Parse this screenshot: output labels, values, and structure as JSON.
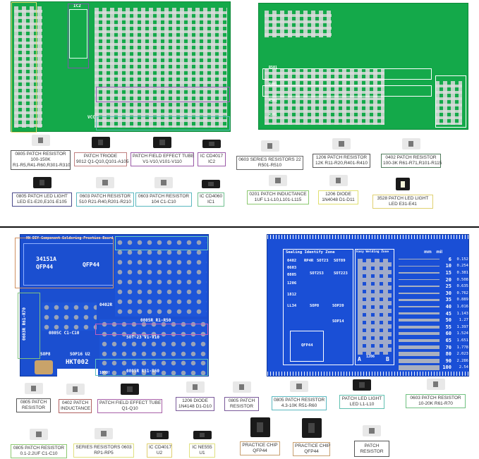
{
  "top_section": {
    "left_board": {
      "labels": [
        "IC2",
        "VCC"
      ]
    },
    "right_board": {
      "labels": [
        "R501",
        "R401",
        "R301",
        "R201"
      ]
    },
    "row1": [
      {
        "lines": [
          "0805 PATCH RESISTOR",
          "100-150K",
          "R1-R5,R41-R60,R301-R310"
        ],
        "color": "#555555",
        "chip": "light"
      },
      {
        "lines": [
          "PATCH TRIODE",
          "9012 Q1-Q10,Q101-A105"
        ],
        "color": "#c08080",
        "chip": "dark"
      },
      {
        "lines": [
          "PATCH FIELD EFFECT TUBE",
          "V1-V10,V101-V110"
        ],
        "color": "#9a5aa8",
        "chip": "dark"
      },
      {
        "lines": [
          "IC CD4017",
          "IC2"
        ],
        "color": "#9a5aa8",
        "chip": "ic"
      },
      {
        "lines": [
          "0603 SERIES RESISTORS 22",
          "R501-R510"
        ],
        "color": "#666666",
        "chip": "light"
      },
      {
        "lines": [
          "1206 PATCH RESISTOR",
          "12K R11-R20,R401-R410"
        ],
        "color": "#555555",
        "chip": "light"
      },
      {
        "lines": [
          "0402 PATCH RESISTOR",
          "100-3K R61-R71,R101-R115"
        ],
        "color": "#4f7a5a",
        "chip": "light"
      }
    ],
    "row2": [
      {
        "lines": [
          "0805 PATCH LED LIGHT",
          "LED E1-E20,E101-E105"
        ],
        "color": "#4a4a8a",
        "chip": "dark"
      },
      {
        "lines": [
          "0603 PATCH RESISTOR",
          "510 R21-R40,R201-R210"
        ],
        "color": "#5bb8c0",
        "chip": "light"
      },
      {
        "lines": [
          "0603 PATCH RESISTOR",
          "104 C1-C10"
        ],
        "color": "#5bb8c0",
        "chip": "light"
      },
      {
        "lines": [
          "IC CD4060",
          "IC1"
        ],
        "color": "#70c090",
        "chip": "ic"
      },
      {
        "lines": [
          "0201 PATCH INDUCTANCE",
          "1UF L1-L10,L101-L115"
        ],
        "color": "#8cc870",
        "chip": "light"
      },
      {
        "lines": [
          "1206 DIODE",
          "1N4048 D1-D11"
        ],
        "color": "#e0e070",
        "chip": "light"
      },
      {
        "lines": [
          "3528 PATCH LED LIGHT",
          "LED E31-E41"
        ],
        "color": "#e0d070",
        "chip": "led"
      }
    ]
  },
  "bottom_section": {
    "left_board": {
      "title": "HW DIY Component Soldering Practice Board",
      "chip1": [
        "34151A",
        "QFP44"
      ],
      "chip2": "QFP44",
      "model": "HKT002",
      "labels": [
        "0805R R1-R50",
        "SOT-23 V1-V10",
        "0805R R51-R60",
        "0603R R61-R70",
        "0805C C1-C10",
        "SOP8",
        "SOP16 U2",
        "0402R",
        "1000!"
      ]
    },
    "right_board": {
      "zone1": "Sealing Identify Zone",
      "zone2": "Easy Welding Zone",
      "packages": [
        "0402",
        "0603",
        "0805",
        "1206",
        "1812",
        "LL34",
        "RP4R",
        "SOT23",
        "SOT89",
        "SOT253",
        "SOT223",
        "SOP8",
        "SOP20",
        "SOP14",
        "QFP44"
      ],
      "scale_header": [
        "mm",
        "mil"
      ],
      "scale": [
        [
          "6",
          "0.152"
        ],
        [
          "10",
          "0.254"
        ],
        [
          "15",
          "0.381"
        ],
        [
          "20",
          "0.508"
        ],
        [
          "25",
          "0.635"
        ],
        [
          "30",
          "0.762"
        ],
        [
          "35",
          "0.889"
        ],
        [
          "40",
          "1.016"
        ],
        [
          "45",
          "1.143"
        ],
        [
          "50",
          "1.27"
        ],
        [
          "55",
          "1.397"
        ],
        [
          "60",
          "1.524"
        ],
        [
          "65",
          "1.651"
        ],
        [
          "70",
          "1.778"
        ],
        [
          "80",
          "2.023"
        ],
        [
          "90",
          "2.286"
        ],
        [
          "100",
          "2.54"
        ]
      ],
      "ends": [
        "A",
        "1206",
        "B"
      ]
    },
    "row1": [
      {
        "lines": [
          "0805 PATCH",
          "RESISTOR"
        ],
        "color": "#555555",
        "chip": "light"
      },
      {
        "lines": [
          "0402 PATCH",
          "INDUCTANCE"
        ],
        "color": "#b06060",
        "chip": "light"
      },
      {
        "lines": [
          "PATCH FIELD EFFECT TUBE",
          "Q1-Q10"
        ],
        "color": "#a860a8",
        "chip": "dark"
      },
      {
        "lines": [
          "1206 DIODE",
          "1N4148 D1-D10"
        ],
        "color": "#7a5a9a",
        "chip": "light"
      },
      {
        "lines": [
          "0805 PATCH",
          "RESISTOR"
        ],
        "color": "#7a5a9a",
        "chip": "light"
      },
      {
        "lines": [
          "0805 PATCH RESISTOR",
          "4.3-10K R51-R60"
        ],
        "color": "#5bb8c0",
        "chip": "light"
      },
      {
        "lines": [
          "PATCH LED LIGHT",
          "LED L1-L10"
        ],
        "color": "#60c0b0",
        "chip": "dark"
      },
      {
        "lines": [
          "0603 PATCH RESISTOR",
          "10-20K R61-R70"
        ],
        "color": "#70c080",
        "chip": "light"
      }
    ],
    "row2": [
      {
        "lines": [
          "0805 PATCH RESISTOR",
          "0.1-2.2UF C1-C10"
        ],
        "color": "#8cc870",
        "chip": "light"
      },
      {
        "lines": [
          "SERIES RESISTORS 0603",
          "RP1-RP5"
        ],
        "color": "#e0e080",
        "chip": "light"
      },
      {
        "lines": [
          "IC CD4017",
          "U2"
        ],
        "color": "#e0d070",
        "chip": "ic"
      },
      {
        "lines": [
          "IC NE555",
          "U1"
        ],
        "color": "#e0e080",
        "chip": "ic"
      },
      {
        "lines": [
          "PRACTICE CHIP",
          "QFP44"
        ],
        "color": "#c8a070",
        "chip": "qfp"
      },
      {
        "lines": [
          "PRACTICE CHIP",
          "QFP44"
        ],
        "color": "#c8a070",
        "chip": "qfp"
      },
      {
        "lines": [
          "PATCH",
          "RESISTOR"
        ],
        "color": "#555555",
        "chip": "light"
      }
    ]
  }
}
